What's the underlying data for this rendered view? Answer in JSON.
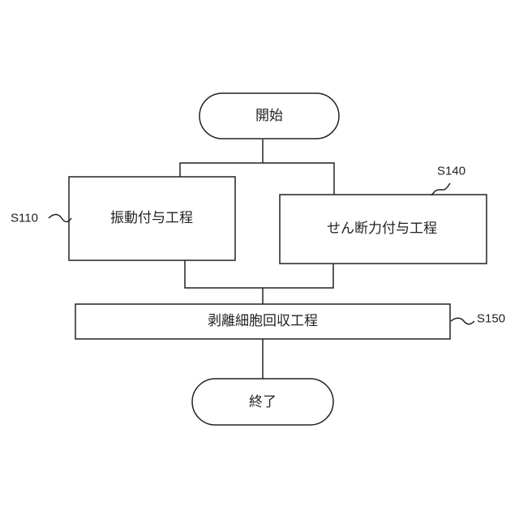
{
  "flowchart": {
    "start_label": "開始",
    "step_vibration_label": "振動付与工程",
    "step_vibration_ref": "S110",
    "step_shear_label": "せん断力付与工程",
    "step_shear_ref": "S140",
    "step_collect_label": "剥離細胞回収工程",
    "step_collect_ref": "S150",
    "end_label": "終了"
  }
}
